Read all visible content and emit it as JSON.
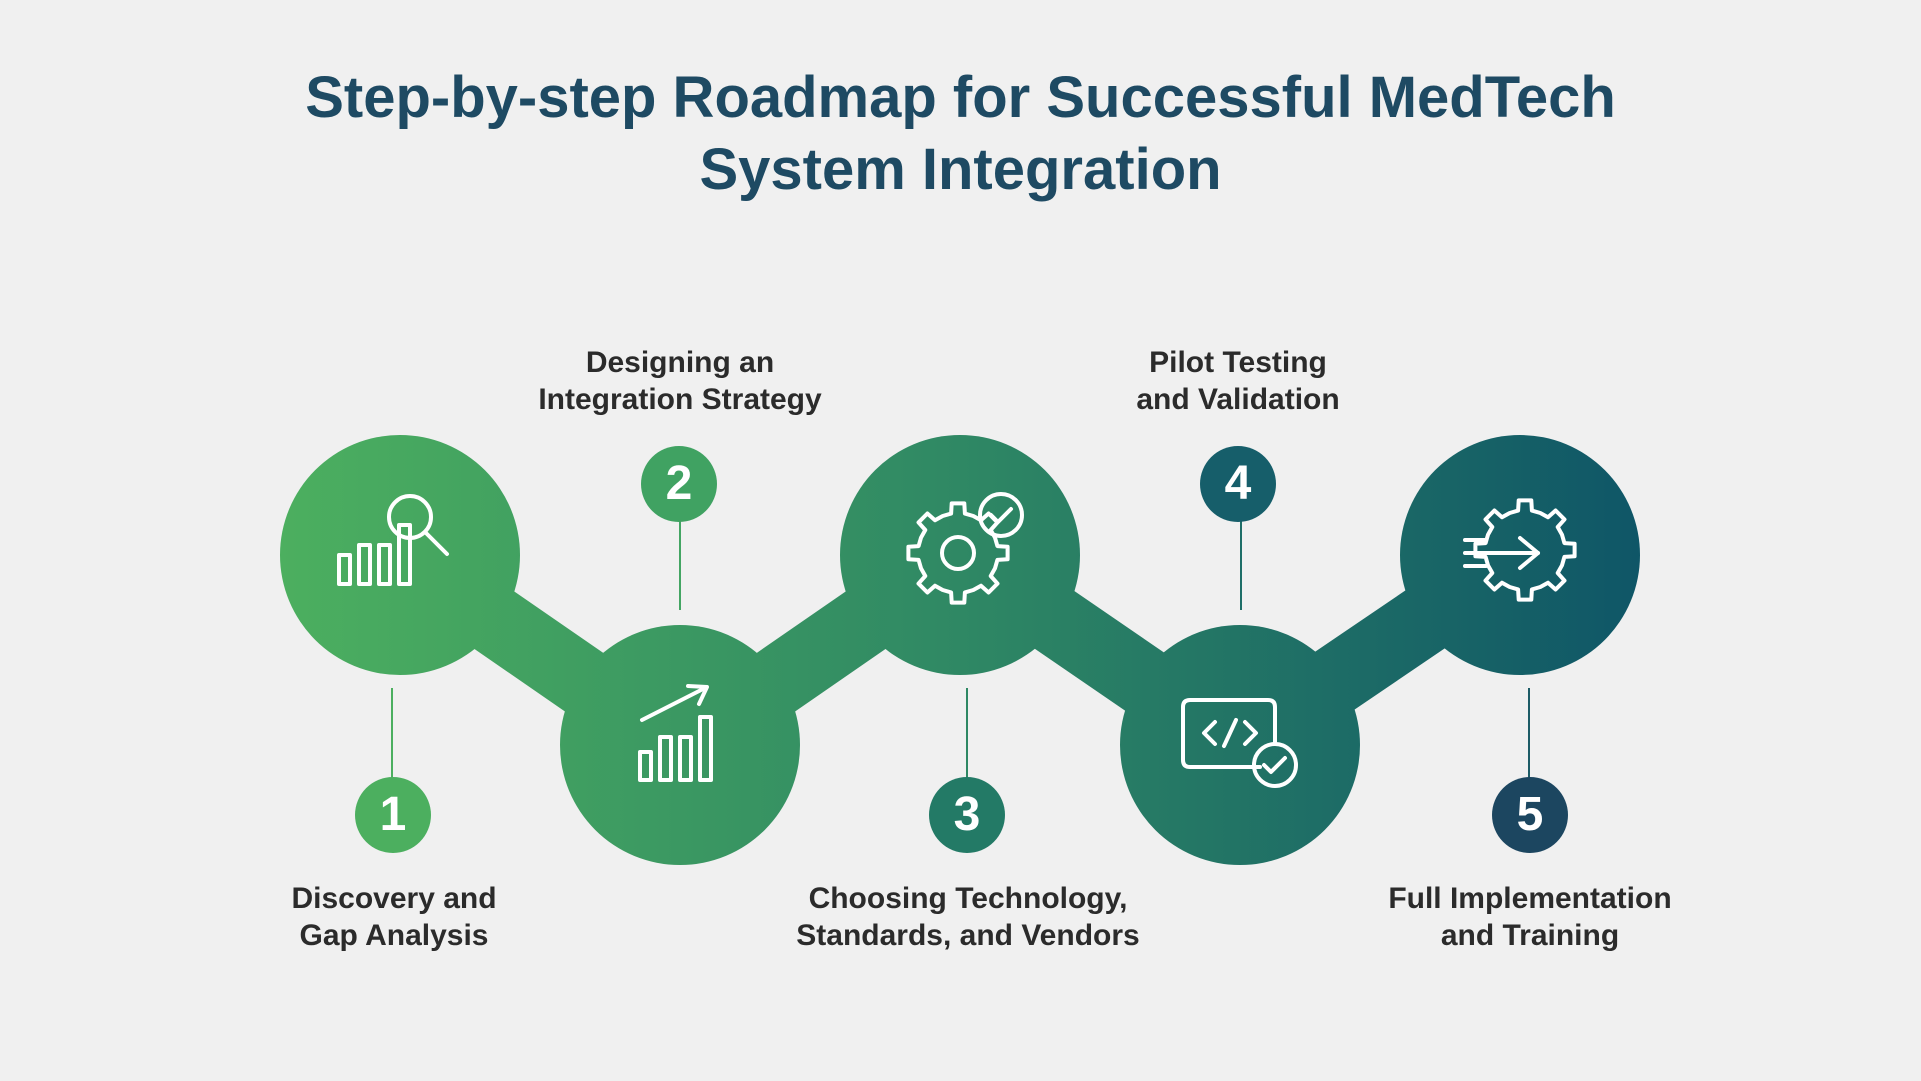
{
  "title": {
    "line1": "Step-by-step Roadmap for Successful MedTech",
    "line2": "System Integration"
  },
  "colors": {
    "background": "#f0f0f0",
    "title": "#1e4a63",
    "gradient_start": "#4caf5f",
    "gradient_end": "#0f5667"
  },
  "steps": [
    {
      "number": "1",
      "label_line1": "Discovery and",
      "label_line2": "Gap Analysis",
      "icon": "chart-magnifier-icon",
      "badge_color": "#4caf5f"
    },
    {
      "number": "2",
      "label_line1": "Designing an",
      "label_line2": "Integration Strategy",
      "icon": "growth-chart-icon",
      "badge_color": "#40a262"
    },
    {
      "number": "3",
      "label_line1": "Choosing Technology,",
      "label_line2": "Standards, and Vendors",
      "icon": "gear-check-icon",
      "badge_color": "#237a66"
    },
    {
      "number": "4",
      "label_line1": "Pilot Testing",
      "label_line2": "and Validation",
      "icon": "code-check-icon",
      "badge_color": "#165e6a"
    },
    {
      "number": "5",
      "label_line1": "Full Implementation",
      "label_line2": "and Training",
      "icon": "gear-arrow-icon",
      "badge_color": "#1c4660"
    }
  ]
}
